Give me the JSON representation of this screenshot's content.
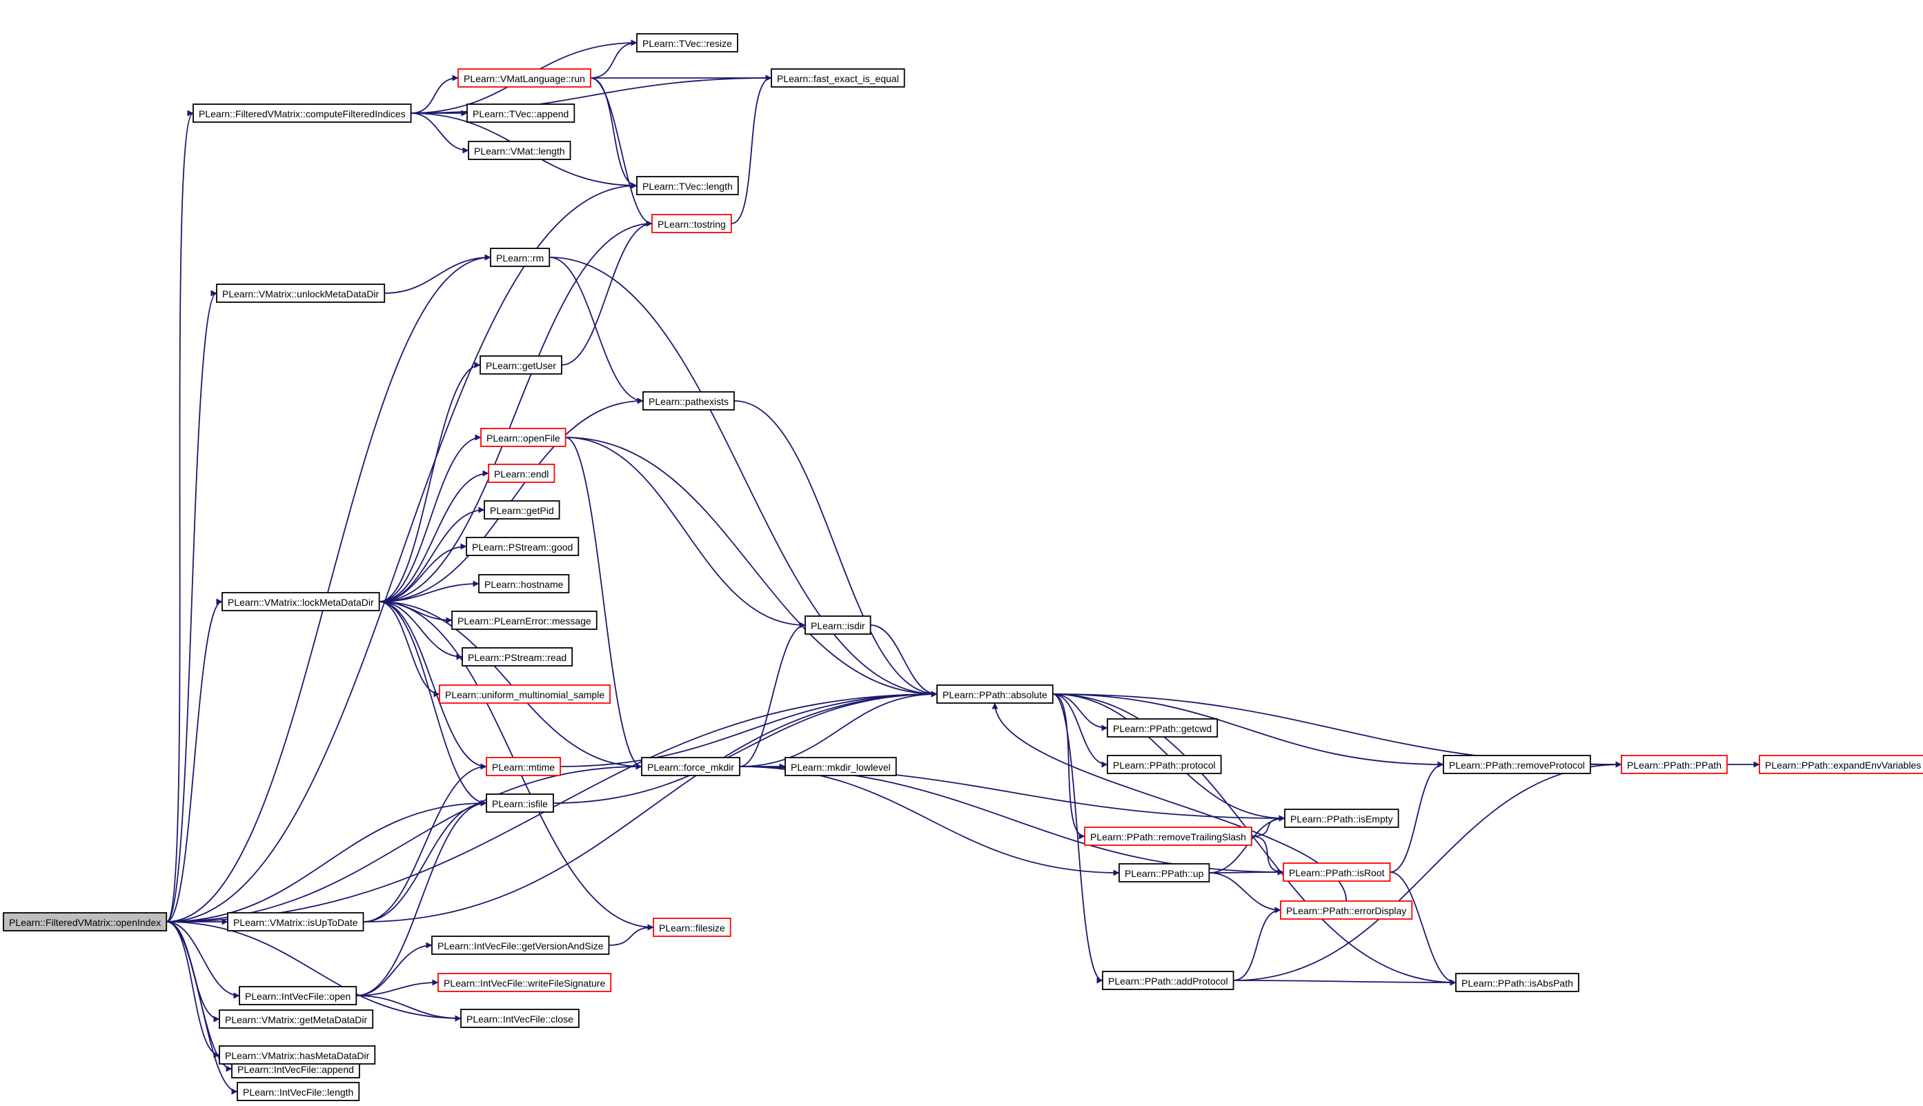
{
  "colors": {
    "edge": "#191970",
    "node_border": "#000000",
    "node_border_truncated": "#ff0000",
    "node_fill": "#ffffff",
    "root_fill": "#bfbfbf"
  },
  "nodes": [
    {
      "id": "openIndex",
      "label": "PLearn::FilteredVMatrix::openIndex",
      "style": "root"
    },
    {
      "id": "computeFilteredIndices",
      "label": "PLearn::FilteredVMatrix::computeFilteredIndices",
      "style": "normal"
    },
    {
      "id": "unlockMetaDataDir",
      "label": "PLearn::VMatrix::unlockMetaDataDir",
      "style": "normal"
    },
    {
      "id": "lockMetaDataDir",
      "label": "PLearn::VMatrix::lockMetaDataDir",
      "style": "normal"
    },
    {
      "id": "isUpToDate",
      "label": "PLearn::VMatrix::isUpToDate",
      "style": "normal"
    },
    {
      "id": "ivf_open",
      "label": "PLearn::IntVecFile::open",
      "style": "normal"
    },
    {
      "id": "ivf_append",
      "label": "PLearn::IntVecFile::append",
      "style": "normal"
    },
    {
      "id": "getMetaDataDir",
      "label": "PLearn::VMatrix::getMetaDataDir",
      "style": "normal"
    },
    {
      "id": "hasMetaDataDir",
      "label": "PLearn::VMatrix::hasMetaDataDir",
      "style": "normal"
    },
    {
      "id": "ivf_length",
      "label": "PLearn::IntVecFile::length",
      "style": "normal"
    },
    {
      "id": "tvec_resize",
      "label": "PLearn::TVec::resize",
      "style": "normal"
    },
    {
      "id": "vmatlang_run",
      "label": "PLearn::VMatLanguage::run",
      "style": "truncated"
    },
    {
      "id": "tvec_append",
      "label": "PLearn::TVec::append",
      "style": "normal"
    },
    {
      "id": "vmat_length",
      "label": "PLearn::VMat::length",
      "style": "normal"
    },
    {
      "id": "tvec_length",
      "label": "PLearn::TVec::length",
      "style": "normal"
    },
    {
      "id": "tostring",
      "label": "PLearn::tostring",
      "style": "truncated"
    },
    {
      "id": "fast_exact_is_equal",
      "label": "PLearn::fast_exact_is_equal",
      "style": "normal"
    },
    {
      "id": "rm",
      "label": "PLearn::rm",
      "style": "normal"
    },
    {
      "id": "getUser",
      "label": "PLearn::getUser",
      "style": "normal"
    },
    {
      "id": "pathexists",
      "label": "PLearn::pathexists",
      "style": "normal"
    },
    {
      "id": "openFile",
      "label": "PLearn::openFile",
      "style": "truncated"
    },
    {
      "id": "endl",
      "label": "PLearn::endl",
      "style": "truncated"
    },
    {
      "id": "getPid",
      "label": "PLearn::getPid",
      "style": "normal"
    },
    {
      "id": "pstream_good",
      "label": "PLearn::PStream::good",
      "style": "normal"
    },
    {
      "id": "hostname",
      "label": "PLearn::hostname",
      "style": "normal"
    },
    {
      "id": "plearnerror_message",
      "label": "PLearn::PLearnError::message",
      "style": "normal"
    },
    {
      "id": "pstream_read",
      "label": "PLearn::PStream::read",
      "style": "normal"
    },
    {
      "id": "uniform_multinomial_sample",
      "label": "PLearn::uniform_multinomial_sample",
      "style": "truncated"
    },
    {
      "id": "mtime",
      "label": "PLearn::mtime",
      "style": "truncated"
    },
    {
      "id": "isfile",
      "label": "PLearn::isfile",
      "style": "normal"
    },
    {
      "id": "isdir",
      "label": "PLearn::isdir",
      "style": "normal"
    },
    {
      "id": "force_mkdir",
      "label": "PLearn::force_mkdir",
      "style": "normal"
    },
    {
      "id": "mkdir_lowlevel",
      "label": "PLearn::mkdir_lowlevel",
      "style": "normal"
    },
    {
      "id": "ivf_getVersionAndSize",
      "label": "PLearn::IntVecFile::getVersionAndSize",
      "style": "normal"
    },
    {
      "id": "filesize",
      "label": "PLearn::filesize",
      "style": "truncated"
    },
    {
      "id": "writeFileSignature",
      "label": "PLearn::IntVecFile::writeFileSignature",
      "style": "truncated"
    },
    {
      "id": "ivf_close",
      "label": "PLearn::IntVecFile::close",
      "style": "normal"
    },
    {
      "id": "ppath_absolute",
      "label": "PLearn::PPath::absolute",
      "style": "normal"
    },
    {
      "id": "ppath_getcwd",
      "label": "PLearn::PPath::getcwd",
      "style": "normal"
    },
    {
      "id": "ppath_protocol",
      "label": "PLearn::PPath::protocol",
      "style": "normal"
    },
    {
      "id": "removeTrailingSlash",
      "label": "PLearn::PPath::removeTrailingSlash",
      "style": "truncated"
    },
    {
      "id": "ppath_up",
      "label": "PLearn::PPath::up",
      "style": "normal"
    },
    {
      "id": "addProtocol",
      "label": "PLearn::PPath::addProtocol",
      "style": "normal"
    },
    {
      "id": "isEmpty",
      "label": "PLearn::PPath::isEmpty",
      "style": "normal"
    },
    {
      "id": "isRoot",
      "label": "PLearn::PPath::isRoot",
      "style": "truncated"
    },
    {
      "id": "errorDisplay",
      "label": "PLearn::PPath::errorDisplay",
      "style": "truncated"
    },
    {
      "id": "isAbsPath",
      "label": "PLearn::PPath::isAbsPath",
      "style": "normal"
    },
    {
      "id": "removeProtocol",
      "label": "PLearn::PPath::removeProtocol",
      "style": "normal"
    },
    {
      "id": "ppath_ctor",
      "label": "PLearn::PPath::PPath",
      "style": "truncated"
    },
    {
      "id": "expandEnvVariables",
      "label": "PLearn::PPath::expandEnvVariables",
      "style": "truncated"
    }
  ],
  "edges": [
    [
      "openIndex",
      "computeFilteredIndices"
    ],
    [
      "openIndex",
      "tvec_length"
    ],
    [
      "openIndex",
      "rm"
    ],
    [
      "openIndex",
      "unlockMetaDataDir"
    ],
    [
      "openIndex",
      "ppath_absolute"
    ],
    [
      "openIndex",
      "lockMetaDataDir"
    ],
    [
      "openIndex",
      "isfile"
    ],
    [
      "openIndex",
      "isUpToDate"
    ],
    [
      "openIndex",
      "force_mkdir"
    ],
    [
      "openIndex",
      "ivf_open"
    ],
    [
      "openIndex",
      "ivf_close"
    ],
    [
      "openIndex",
      "ivf_append"
    ],
    [
      "openIndex",
      "getMetaDataDir"
    ],
    [
      "openIndex",
      "hasMetaDataDir"
    ],
    [
      "openIndex",
      "ivf_length"
    ],
    [
      "computeFilteredIndices",
      "fast_exact_is_equal"
    ],
    [
      "computeFilteredIndices",
      "tvec_resize"
    ],
    [
      "computeFilteredIndices",
      "vmatlang_run"
    ],
    [
      "computeFilteredIndices",
      "tvec_append"
    ],
    [
      "computeFilteredIndices",
      "vmat_length"
    ],
    [
      "computeFilteredIndices",
      "tvec_length"
    ],
    [
      "vmatlang_run",
      "tvec_resize"
    ],
    [
      "vmatlang_run",
      "fast_exact_is_equal"
    ],
    [
      "vmatlang_run",
      "tvec_length"
    ],
    [
      "vmatlang_run",
      "tostring"
    ],
    [
      "tostring",
      "fast_exact_is_equal"
    ],
    [
      "unlockMetaDataDir",
      "rm"
    ],
    [
      "rm",
      "ppath_absolute"
    ],
    [
      "rm",
      "pathexists"
    ],
    [
      "lockMetaDataDir",
      "tostring"
    ],
    [
      "lockMetaDataDir",
      "getUser"
    ],
    [
      "lockMetaDataDir",
      "pathexists"
    ],
    [
      "lockMetaDataDir",
      "openFile"
    ],
    [
      "lockMetaDataDir",
      "endl"
    ],
    [
      "lockMetaDataDir",
      "getPid"
    ],
    [
      "lockMetaDataDir",
      "pstream_good"
    ],
    [
      "lockMetaDataDir",
      "hostname"
    ],
    [
      "lockMetaDataDir",
      "plearnerror_message"
    ],
    [
      "lockMetaDataDir",
      "pstream_read"
    ],
    [
      "lockMetaDataDir",
      "uniform_multinomial_sample"
    ],
    [
      "lockMetaDataDir",
      "mtime"
    ],
    [
      "lockMetaDataDir",
      "isfile"
    ],
    [
      "lockMetaDataDir",
      "force_mkdir"
    ],
    [
      "lockMetaDataDir",
      "filesize"
    ],
    [
      "getUser",
      "tostring"
    ],
    [
      "pathexists",
      "ppath_absolute"
    ],
    [
      "openFile",
      "ppath_absolute"
    ],
    [
      "openFile",
      "isdir"
    ],
    [
      "openFile",
      "force_mkdir"
    ],
    [
      "mtime",
      "ppath_absolute"
    ],
    [
      "isfile",
      "ppath_absolute"
    ],
    [
      "isdir",
      "ppath_absolute"
    ],
    [
      "force_mkdir",
      "isdir"
    ],
    [
      "force_mkdir",
      "ppath_absolute"
    ],
    [
      "force_mkdir",
      "mkdir_lowlevel"
    ],
    [
      "force_mkdir",
      "isEmpty"
    ],
    [
      "force_mkdir",
      "ppath_up"
    ],
    [
      "force_mkdir",
      "isRoot"
    ],
    [
      "isUpToDate",
      "mtime"
    ],
    [
      "isUpToDate",
      "isfile"
    ],
    [
      "isUpToDate",
      "ppath_absolute"
    ],
    [
      "ivf_open",
      "isfile"
    ],
    [
      "ivf_open",
      "ivf_getVersionAndSize"
    ],
    [
      "ivf_open",
      "writeFileSignature"
    ],
    [
      "ivf_open",
      "ivf_close"
    ],
    [
      "ivf_getVersionAndSize",
      "filesize"
    ],
    [
      "ppath_absolute",
      "ppath_getcwd"
    ],
    [
      "ppath_absolute",
      "ppath_protocol"
    ],
    [
      "ppath_absolute",
      "removeTrailingSlash"
    ],
    [
      "ppath_absolute",
      "isEmpty"
    ],
    [
      "ppath_absolute",
      "addProtocol"
    ],
    [
      "ppath_absolute",
      "isAbsPath"
    ],
    [
      "ppath_absolute",
      "removeProtocol"
    ],
    [
      "ppath_absolute",
      "ppath_ctor"
    ],
    [
      "removeTrailingSlash",
      "isEmpty"
    ],
    [
      "removeTrailingSlash",
      "isRoot"
    ],
    [
      "ppath_up",
      "isEmpty"
    ],
    [
      "ppath_up",
      "isRoot"
    ],
    [
      "ppath_up",
      "errorDisplay"
    ],
    [
      "errorDisplay",
      "ppath_absolute"
    ],
    [
      "addProtocol",
      "errorDisplay"
    ],
    [
      "addProtocol",
      "isAbsPath"
    ],
    [
      "addProtocol",
      "ppath_ctor"
    ],
    [
      "isRoot",
      "removeProtocol"
    ],
    [
      "isRoot",
      "isAbsPath"
    ],
    [
      "removeProtocol",
      "ppath_ctor"
    ],
    [
      "ppath_ctor",
      "expandEnvVariables"
    ]
  ]
}
